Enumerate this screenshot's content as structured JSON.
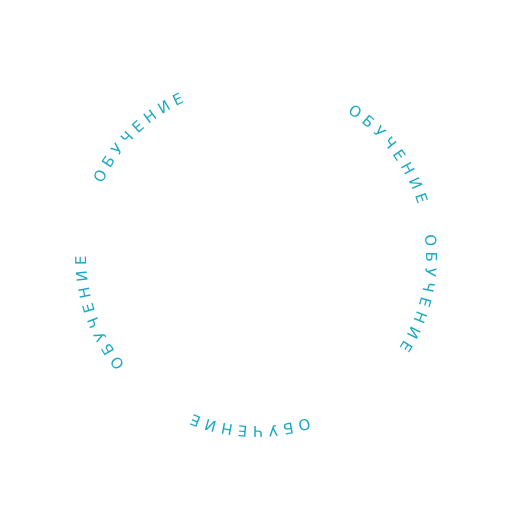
{
  "ring": {
    "accent_color": "#1aa9c4",
    "labels": [
      {
        "id": "label-1",
        "text": "ОБУЧЕНИЕ"
      },
      {
        "id": "label-2",
        "text": "ОБУЧЕНИЕ"
      },
      {
        "id": "label-3",
        "text": "ОБУЧЕНИЕ"
      },
      {
        "id": "label-4",
        "text": "ОБУЧЕНИЕ"
      },
      {
        "id": "label-5",
        "text": "ОБУЧЕНИЕ"
      }
    ]
  }
}
